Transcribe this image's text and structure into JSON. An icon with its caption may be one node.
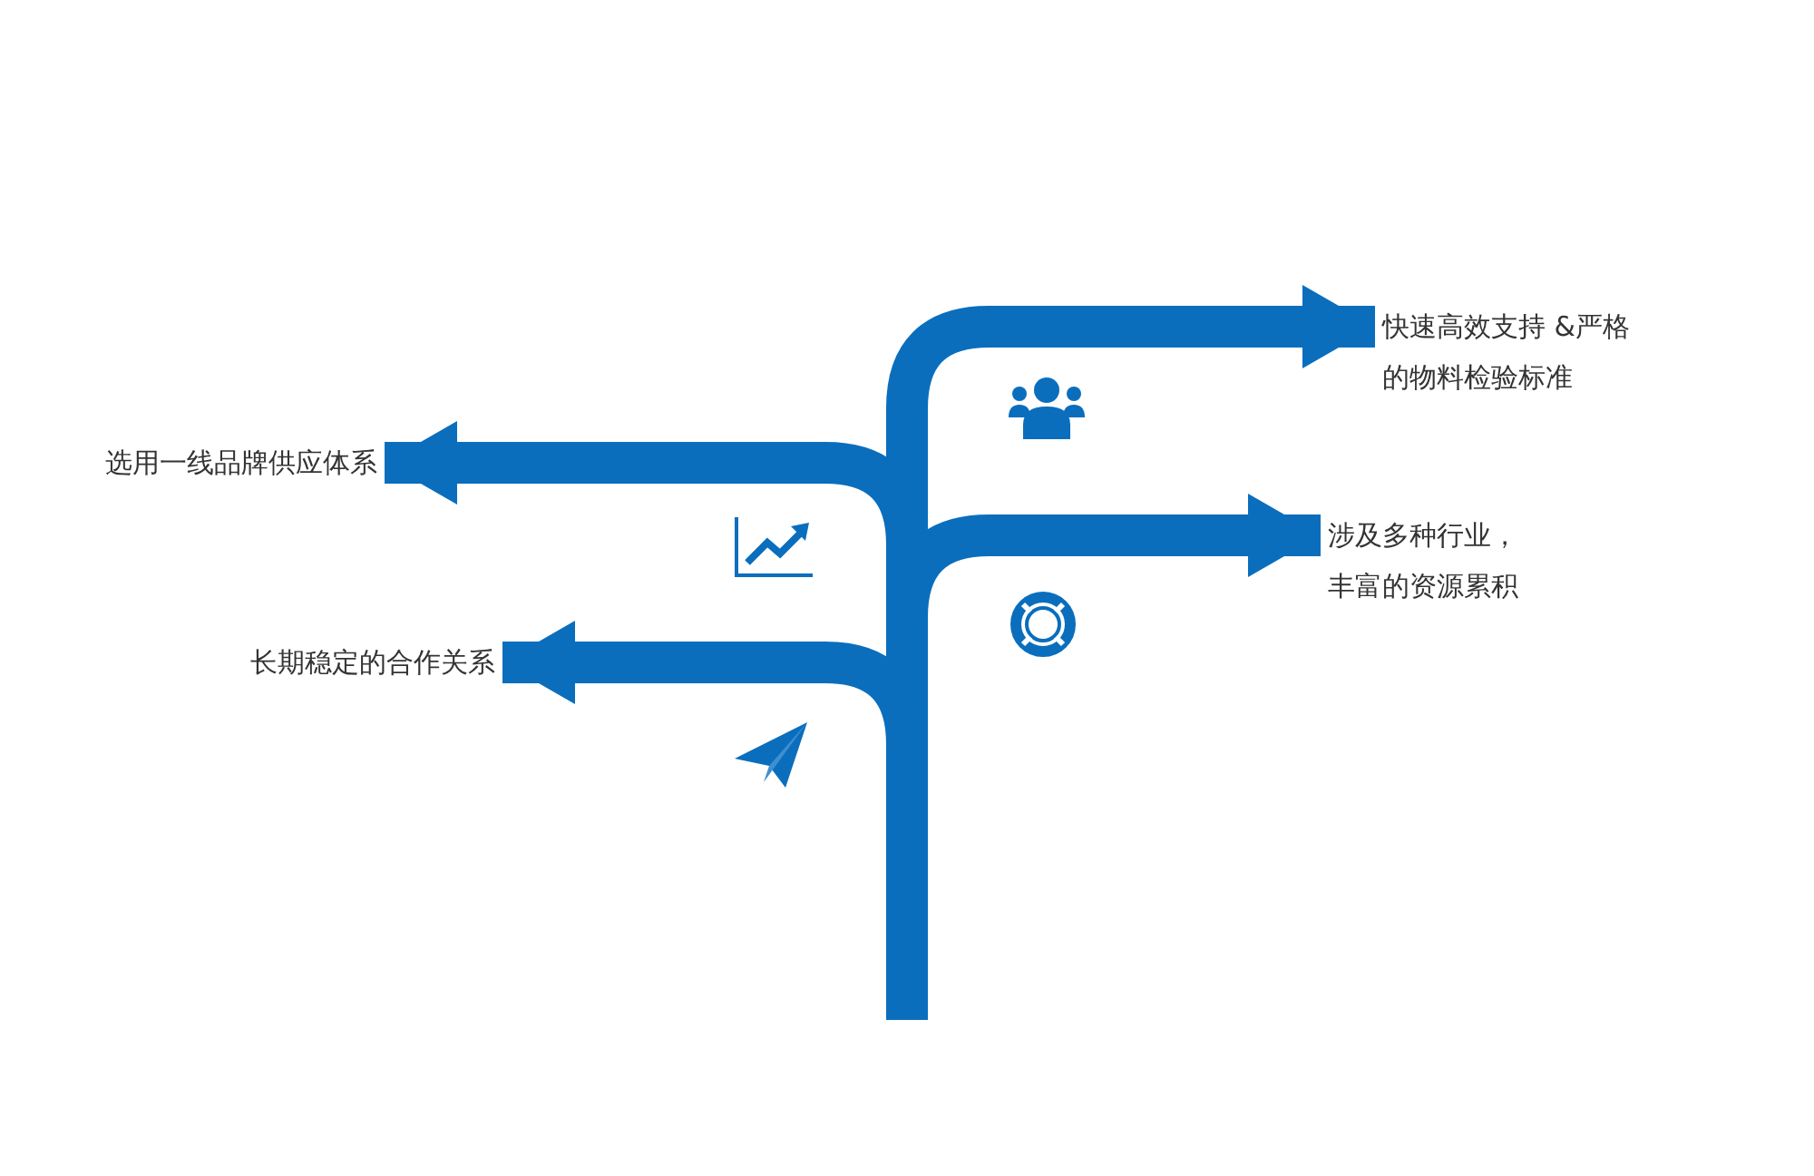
{
  "diagram": {
    "nodes": [
      {
        "text": [
          "快速高效支持 &严格的物料检验标准"
        ]
      },
      {
        "text": [
          "选用一线品牌供应体系"
        ]
      },
      {
        "text": [
          "涉及多种行业，丰富的资源累积"
        ]
      },
      {
        "text": [
          "长期稳定的合作关系"
        ]
      }
    ],
    "edges": [
      {
        "from": null,
        "to": 0,
        "arrow": "to"
      },
      {
        "from": null,
        "to": 1,
        "arrow": "to"
      },
      {
        "from": null,
        "to": 2,
        "arrow": "to"
      },
      {
        "from": null,
        "to": 3,
        "arrow": "to"
      }
    ]
  }
}
